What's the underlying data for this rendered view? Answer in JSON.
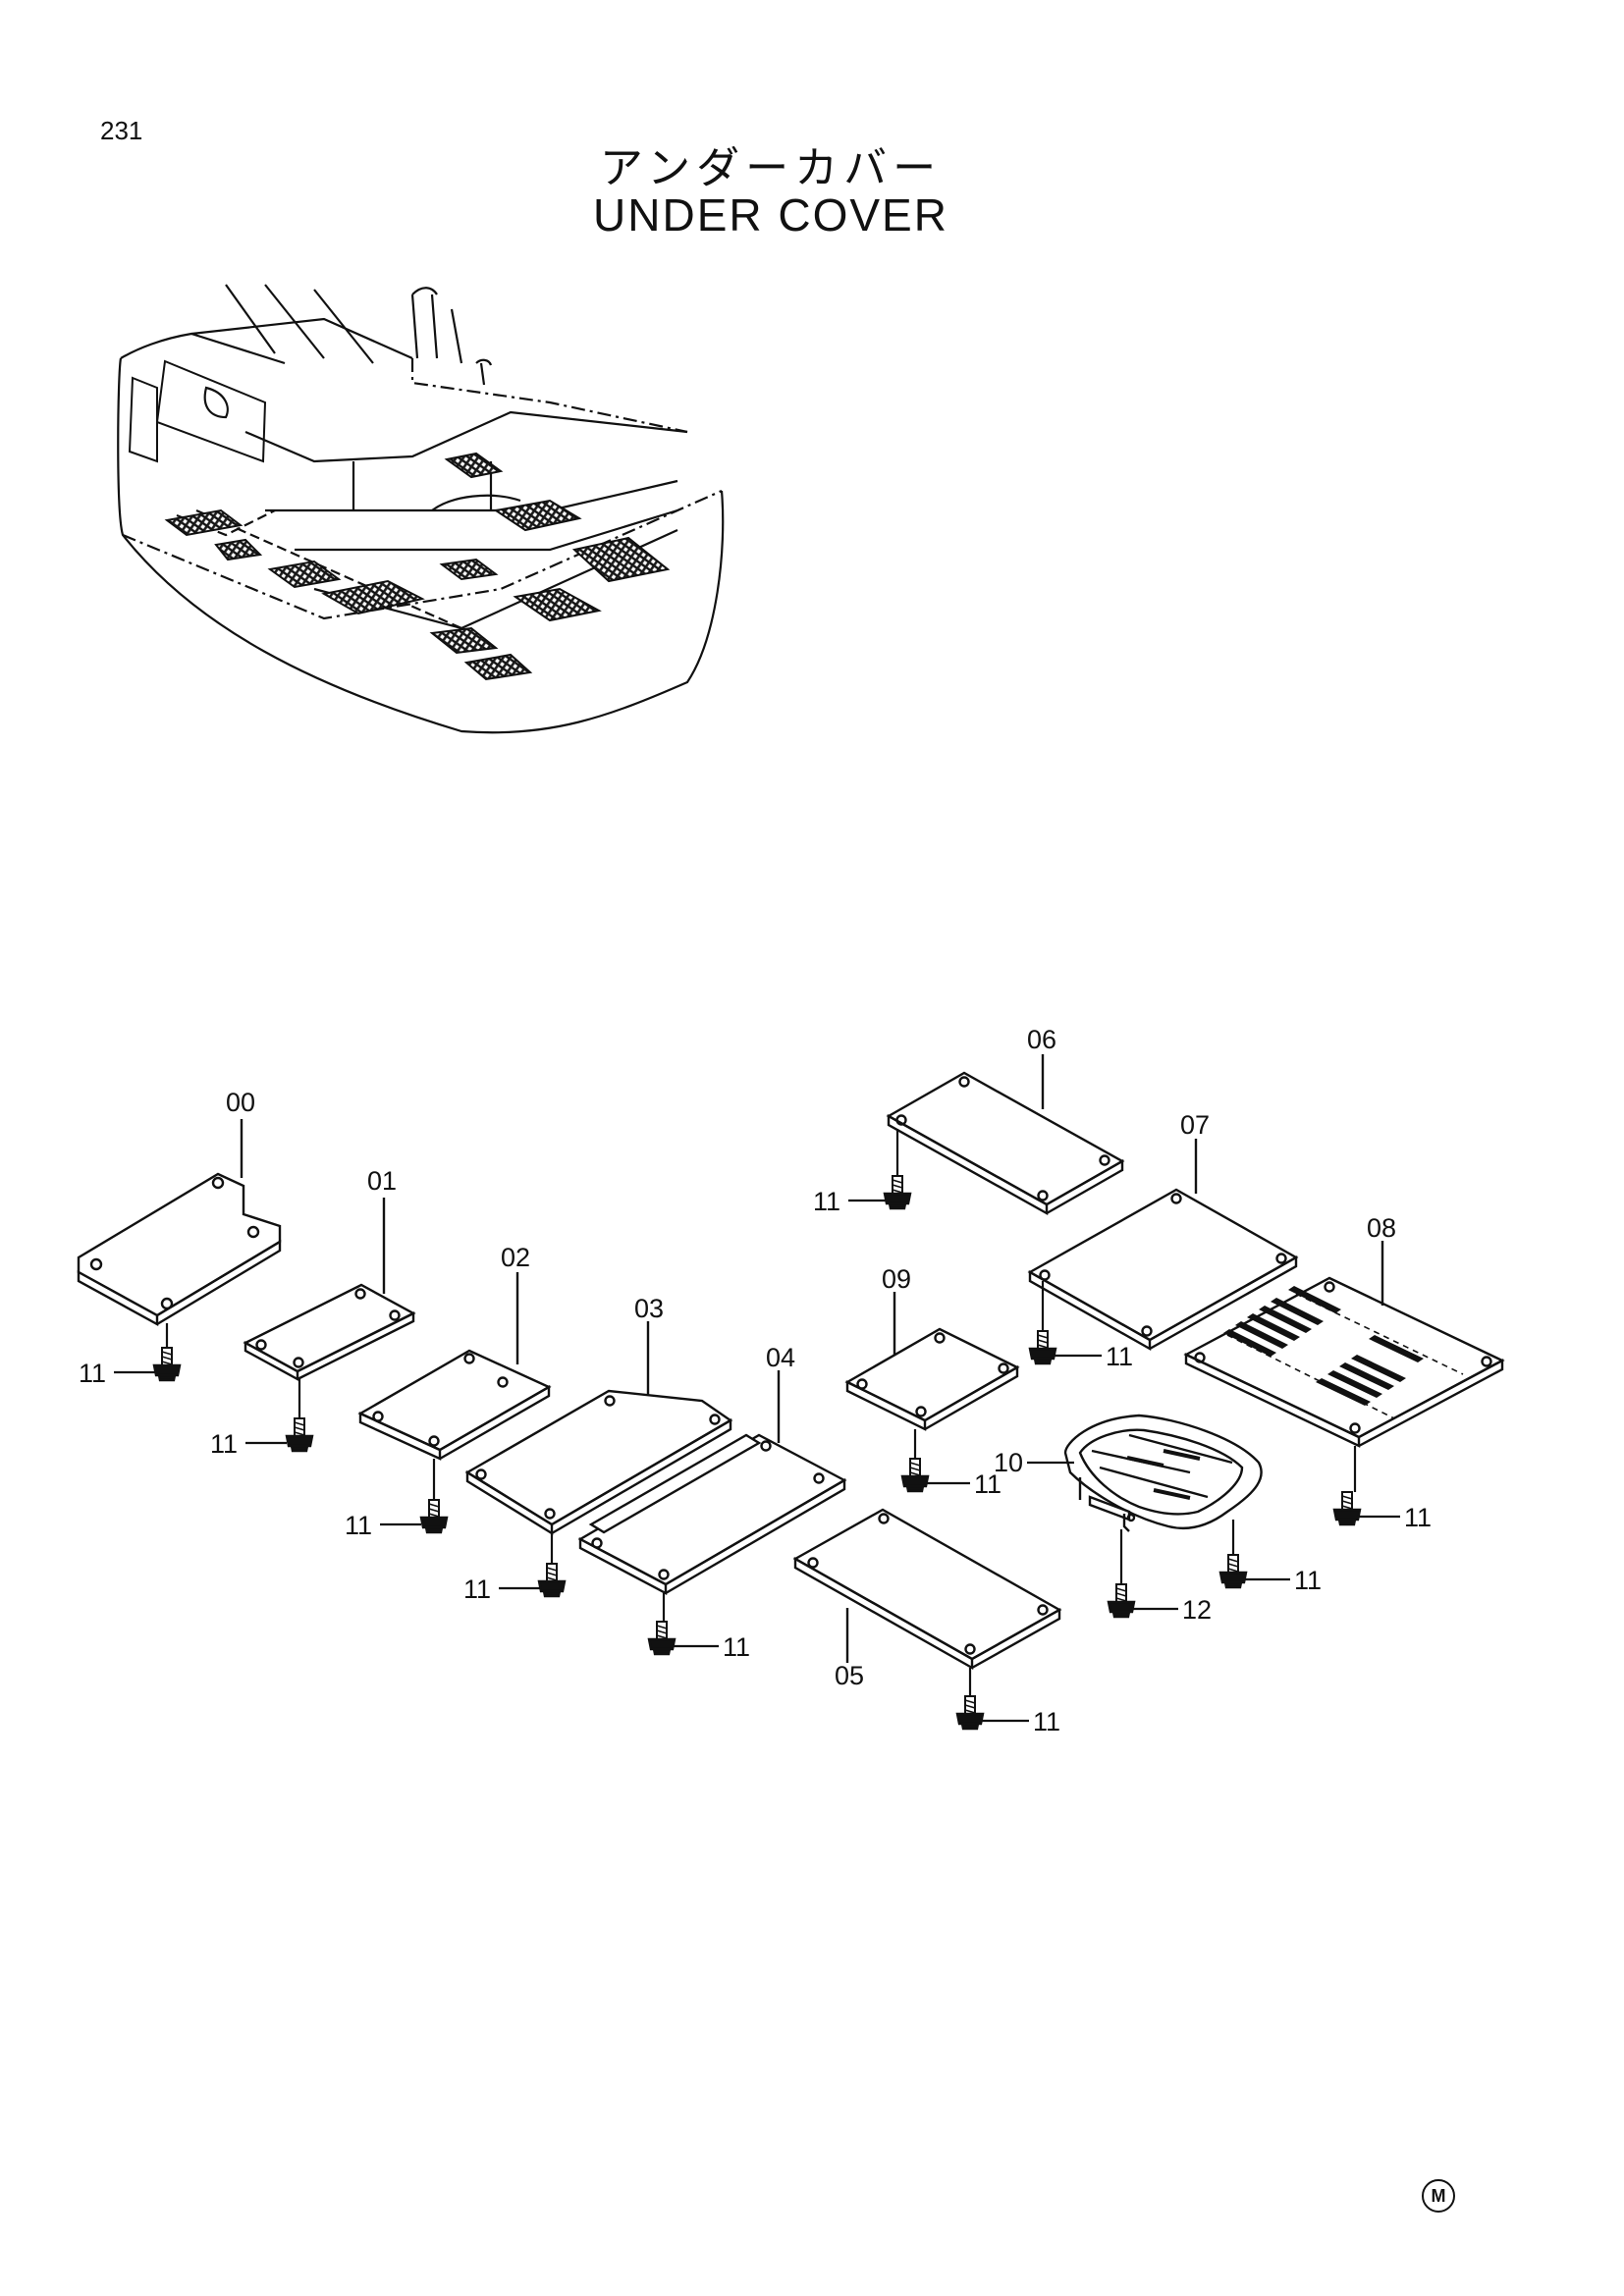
{
  "page_number": "231",
  "title_jp": "アンダーカバー",
  "title_en": "UNDER COVER",
  "parts": [
    {
      "id": "00",
      "label": "00"
    },
    {
      "id": "01",
      "label": "01"
    },
    {
      "id": "02",
      "label": "02"
    },
    {
      "id": "03",
      "label": "03"
    },
    {
      "id": "04",
      "label": "04"
    },
    {
      "id": "05",
      "label": "05"
    },
    {
      "id": "06",
      "label": "06"
    },
    {
      "id": "07",
      "label": "07"
    },
    {
      "id": "08",
      "label": "08"
    },
    {
      "id": "09",
      "label": "09"
    },
    {
      "id": "10",
      "label": "10"
    }
  ],
  "bolt_labels": {
    "b00": "11",
    "b01": "11",
    "b02": "11",
    "b03": "11",
    "b04": "11",
    "b05": "11",
    "b06": "11",
    "b07": "11",
    "b08": "11",
    "b09": "11",
    "b10": "11",
    "b12": "12"
  },
  "manufacturer_mark": "M"
}
